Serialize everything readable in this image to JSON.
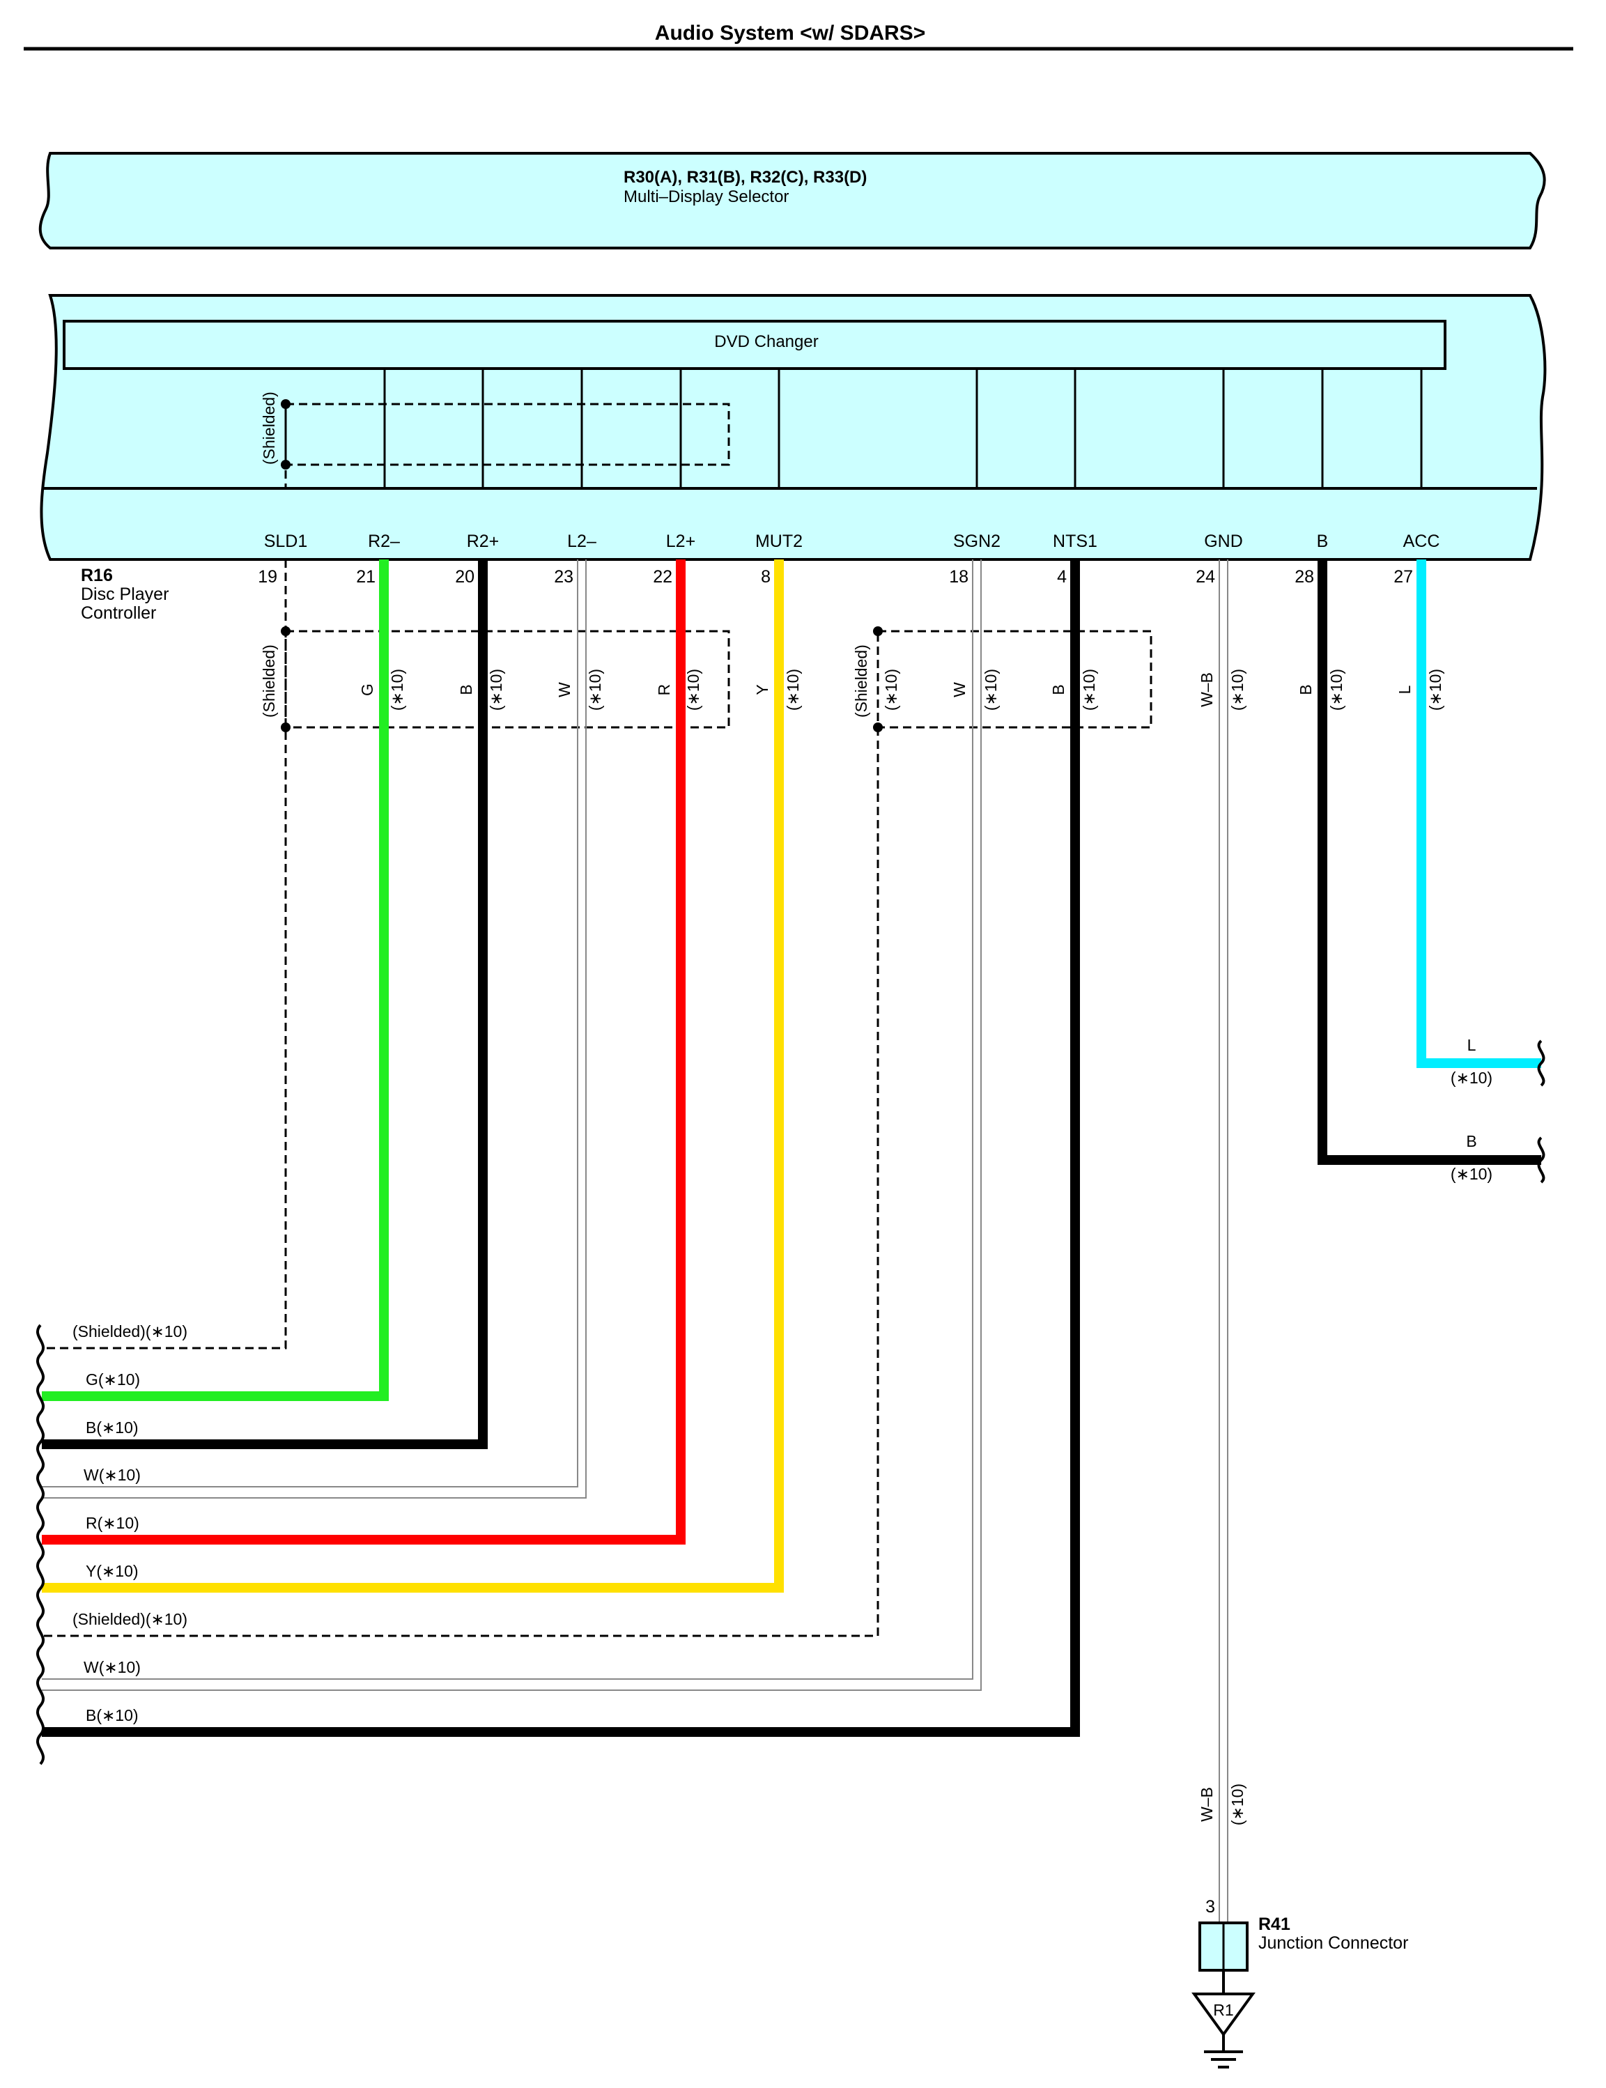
{
  "page": {
    "title": "Audio System <w/ SDARS>"
  },
  "top_connector": {
    "line1": "R30(A), R31(B), R32(C), R33(D)",
    "line2": "Multi–Display Selector"
  },
  "device": {
    "inner_label": "DVD Changer",
    "shielded": "(Shielded)",
    "id": "R16",
    "name_line1": "Disc Player",
    "name_line2": "Controller"
  },
  "pins": [
    {
      "name": "SLD1",
      "num": "19",
      "wire": "",
      "note": "",
      "color": "#000000"
    },
    {
      "name": "R2–",
      "num": "21",
      "wire": "G",
      "note": "(∗10)",
      "color": "#22ee22"
    },
    {
      "name": "R2+",
      "num": "20",
      "wire": "B",
      "note": "(∗10)",
      "color": "#000000"
    },
    {
      "name": "L2–",
      "num": "23",
      "wire": "W",
      "note": "(∗10)",
      "color": "#888888"
    },
    {
      "name": "L2+",
      "num": "22",
      "wire": "R",
      "note": "(∗10)",
      "color": "#ff0000"
    },
    {
      "name": "MUT2",
      "num": "8",
      "wire": "Y",
      "note": "(∗10)",
      "color": "#ffe000"
    },
    {
      "name": "SGN2",
      "num": "18",
      "wire": "W",
      "note": "(∗10)",
      "color": "#888888"
    },
    {
      "name": "NTS1",
      "num": "4",
      "wire": "B",
      "note": "(∗10)",
      "color": "#000000"
    },
    {
      "name": "GND",
      "num": "24",
      "wire": "W–B",
      "note": "(∗10)",
      "color": "#888888"
    },
    {
      "name": "B",
      "num": "28",
      "wire": "B",
      "note": "(∗10)",
      "color": "#000000"
    },
    {
      "name": "ACC",
      "num": "27",
      "wire": "L",
      "note": "(∗10)",
      "color": "#00eeff"
    }
  ],
  "right_exits": [
    {
      "label": "L",
      "note": "(∗10)"
    },
    {
      "label": "B",
      "note": "(∗10)"
    }
  ],
  "left_exits": [
    {
      "label": "(Shielded)(∗10)"
    },
    {
      "label": "G(∗10)"
    },
    {
      "label": "B(∗10)"
    },
    {
      "label": "W(∗10)"
    },
    {
      "label": "R(∗10)"
    },
    {
      "label": "Y(∗10)"
    },
    {
      "label": "(Shielded)(∗10)"
    },
    {
      "label": "W(∗10)"
    },
    {
      "label": "B(∗10)"
    }
  ],
  "ground_wire": {
    "label": "W–B",
    "note": "(∗10)",
    "pin": "3"
  },
  "junction": {
    "id": "R41",
    "name": "Junction Connector",
    "ground": "R1"
  },
  "colors": {
    "connector_fill": "#ccffff",
    "green": "#22ee22",
    "red": "#ff0000",
    "yellow": "#ffe000",
    "cyan": "#00eeff",
    "black": "#000000",
    "white_wire": "#888888"
  }
}
